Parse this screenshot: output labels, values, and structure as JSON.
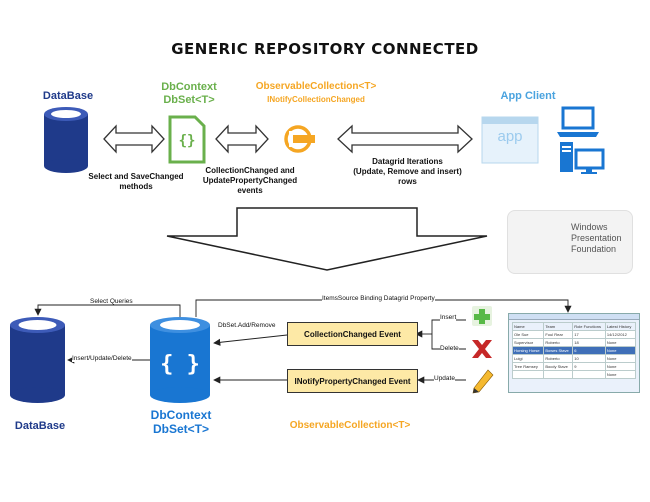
{
  "title": "GENERIC REPOSITORY CONNECTED",
  "top": {
    "database_label": "DataBase",
    "dbcontext_line1": "DbContext",
    "dbcontext_line2": "DbSet<T>",
    "observable_line1": "ObservableCollection<T>",
    "observable_line2": "INotifyCollectionChanged",
    "app_client_label": "App Client",
    "app_icon_text": "app",
    "arrow1_caption_line1": "Select and SaveChanged",
    "arrow1_caption_line2": "methods",
    "arrow2_caption_line1": "CollectionChanged and",
    "arrow2_caption_line2": "UpdatePropertyChanged",
    "arrow2_caption_line3": "events",
    "arrow3_caption_line1": "Datagrid Iterations",
    "arrow3_caption_line2": "(Update, Remove and insert)",
    "arrow3_caption_line3": "rows"
  },
  "wpf": {
    "line1": "Windows",
    "line2": "Presentation",
    "line3": "Foundation"
  },
  "bottom": {
    "database_label": "DataBase",
    "dbcontext_line1": "DbContext",
    "dbcontext_line2": "DbSet<T>",
    "observable_label": "ObservableCollection<T>",
    "select_queries": "Select Queries",
    "insert_update_delete": "Insert/Update/Delete",
    "dbset_add_remove": "DbSet.Add/Remove",
    "itemssource_binding": "ItemsSource Binding Datagrid Property",
    "collection_changed_event": "CollectionChanged Event",
    "inotify_event": "INotifyPropertyChanged Event",
    "insert": "Insert",
    "delete": "Delete",
    "update": "Update",
    "icons": [
      "plus-icon",
      "x-icon",
      "pencil-icon"
    ]
  },
  "grid_window": {
    "headers": [
      "Name",
      "Team",
      "Role Functions",
      "Latest History"
    ],
    "rows": [
      [
        "Ole Sue",
        "Foul Rear",
        "17",
        "14/12/2012"
      ],
      [
        "Supervisor",
        "Roberto",
        "18",
        "None"
      ],
      [
        "Horsing Horse",
        "Bowes Stave",
        "6",
        "None"
      ],
      [
        "Luigi",
        "Roberto",
        "10",
        "None"
      ],
      [
        "Tree Ramsey",
        "Bocdy Stave",
        "9",
        "None"
      ],
      [
        "",
        "",
        "",
        "None"
      ]
    ]
  },
  "colors": {
    "navy": "#1f3a8a",
    "blue": "#1976d2",
    "green": "#6ab04c",
    "orange": "#f5a623",
    "event_fill": "#fde9a6"
  }
}
